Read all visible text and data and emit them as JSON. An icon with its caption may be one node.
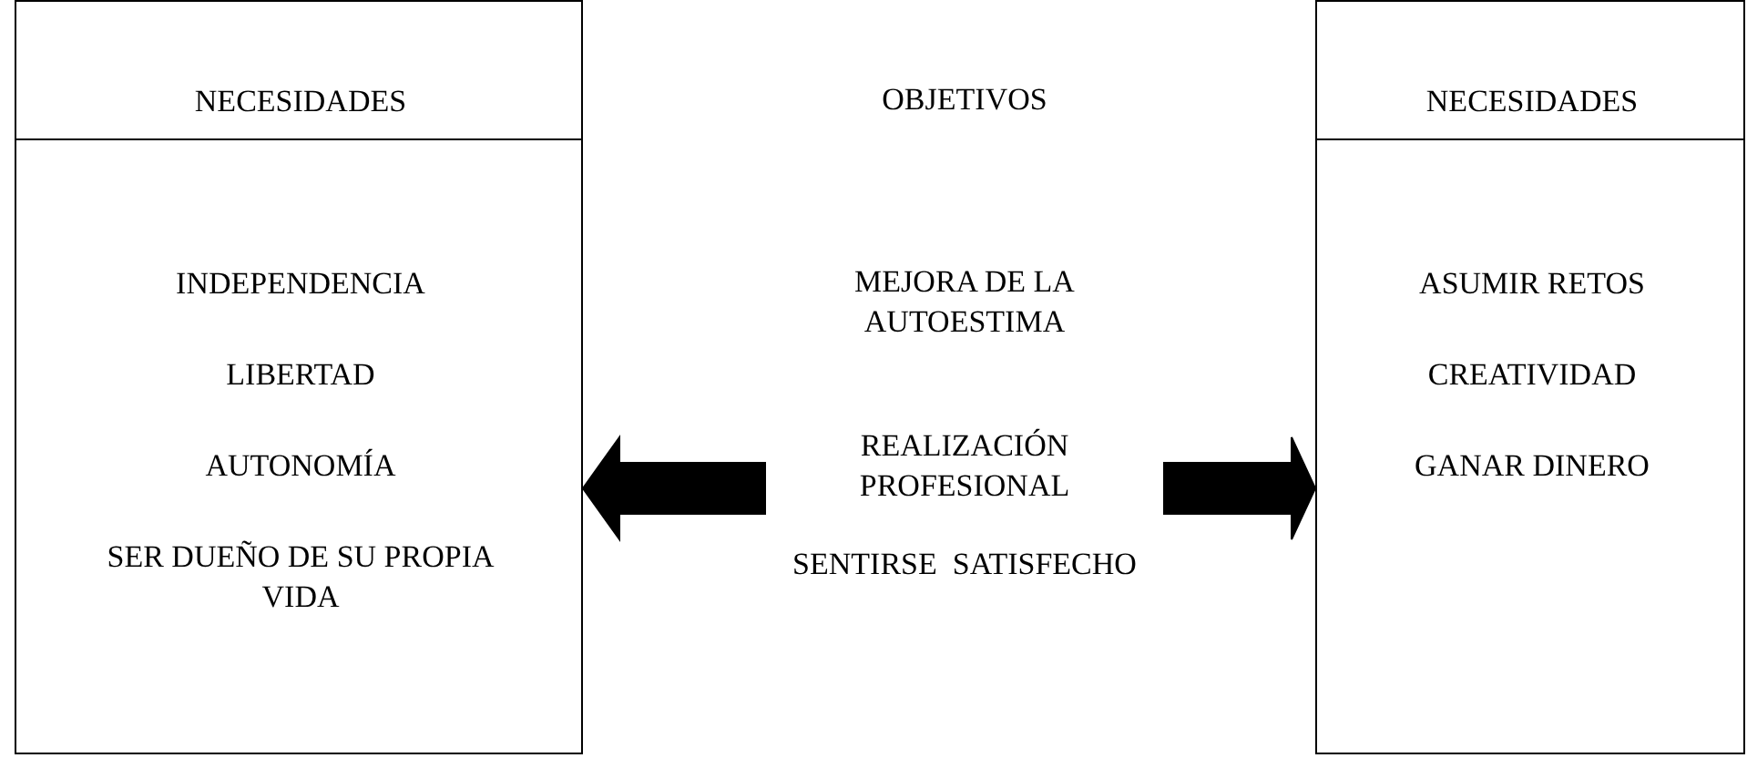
{
  "diagram": {
    "nodes": [
      {
        "text": [
          "NECESIDADES",
          "INDEPENDENCIA",
          "LIBERTAD",
          "AUTONOMÍA",
          "SER DUEÑO DE SU PROPIA VIDA"
        ]
      },
      {
        "text": [
          "OBJETIVOS",
          "MEJORA DE LA AUTOESTIMA",
          "REALIZACIÓN PROFESIONAL",
          "SENTIRSE  SATISFECHO"
        ]
      },
      {
        "text": [
          "NECESIDADES",
          "ASUMIR RETOS",
          "CREATIVIDAD",
          "GANAR DINERO"
        ]
      }
    ],
    "edges": [
      {
        "from": 1,
        "to": 0,
        "arrow": "to",
        "style": "thick"
      },
      {
        "from": 1,
        "to": 2,
        "arrow": "to",
        "style": "thick"
      }
    ]
  }
}
